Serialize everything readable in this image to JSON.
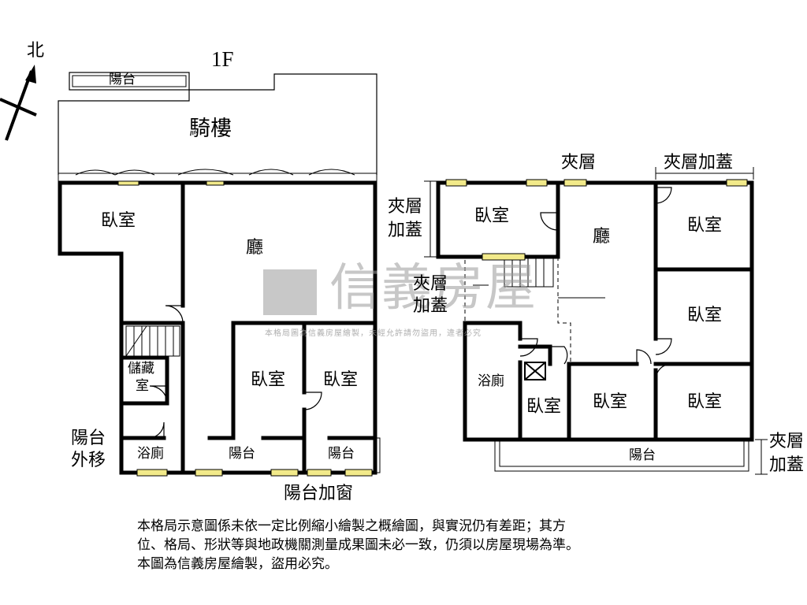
{
  "floor_label": "1F",
  "compass": {
    "label": "北"
  },
  "left_plan": {
    "top_balcony": "陽台",
    "arcade": "騎樓",
    "bedroom_nw": "臥室",
    "living_room": "廳",
    "storage_line1": "儲藏",
    "storage_line2": "室",
    "bedroom_center": "臥室",
    "bedroom_east": "臥室",
    "balcony_moved_line1": "陽台",
    "balcony_moved_line2": "外移",
    "bathroom": "浴廁",
    "balcony_south": "陽台",
    "balcony_south_east": "陽台",
    "balcony_window": "陽台加窗"
  },
  "right_plan": {
    "mezzanine": "夾層",
    "mezzanine_addon_top": "夾層加蓋",
    "mezzanine_addon_left_line1": "夾層",
    "mezzanine_addon_left_line2": "加蓋",
    "bedroom_nw": "臥室",
    "living_room": "廳",
    "bedroom_ne": "臥室",
    "mezzanine_addon_center_line1": "夾層",
    "mezzanine_addon_center_line2": "加蓋",
    "bedroom_east_mid": "臥室",
    "bathroom": "浴廁",
    "bedroom_small": "臥室",
    "bedroom_south": "臥室",
    "bedroom_se": "臥室",
    "balcony": "陽台",
    "mezzanine_addon_right_line1": "夾層",
    "mezzanine_addon_right_line2": "加蓋"
  },
  "watermark": {
    "brand": "信義房屋",
    "notice": "本格局圖為信義房屋繪製，未經允許請勿盜用，違者必究"
  },
  "disclaimer": [
    "本格局示意圖係未依一定比例縮小繪製之概繪圖，與實況仍有差距；其方",
    "位、格局、形狀等與地政機關測量成果圖未必一致，仍須以房屋現場為準。",
    "本圖為信義房屋繪製，盜用必究。"
  ],
  "colors": {
    "wall": "#000000",
    "window": "#f2ea8a",
    "watermark": "#9a9a9a"
  }
}
